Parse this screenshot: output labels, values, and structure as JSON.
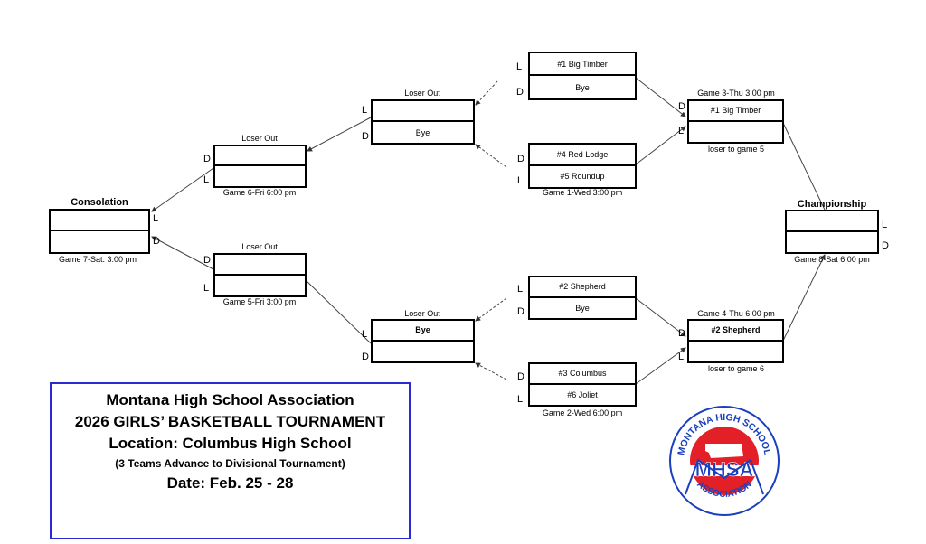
{
  "bracket": {
    "game1_top": {
      "team1": "#1 Big Timber",
      "team2": "Bye",
      "side1": "L",
      "side2": "D"
    },
    "game1": {
      "team1": "#4 Red Lodge",
      "team2": "#5 Roundup",
      "side1": "D",
      "side2": "L",
      "caption": "Game 1-Wed 3:00 pm"
    },
    "loser_out_top": {
      "caption": "Loser Out",
      "team1": "",
      "team2": "Bye",
      "side1": "L",
      "side2": "D"
    },
    "game3": {
      "caption": "Game 3-Thu 3:00 pm",
      "team1": "#1 Big Timber",
      "team2": "",
      "note": "loser to game 5",
      "side1": "D",
      "side2": "L"
    },
    "game6": {
      "caption_top": "Loser Out",
      "caption": "Game 6-Fri 6:00 pm",
      "side1": "D",
      "side2": "L"
    },
    "consolation": {
      "title": "Consolation",
      "caption": "Game 7-Sat. 3:00 pm",
      "side1": "L",
      "side2": "D"
    },
    "championship": {
      "title": "Championship",
      "caption": "Game 8-Sat 6:00 pm",
      "side1": "L",
      "side2": "D"
    },
    "game5": {
      "caption_top": "Loser Out",
      "caption": "Game 5-Fri 3:00 pm",
      "side1": "D",
      "side2": "L"
    },
    "loser_out_bottom": {
      "caption": "Loser Out",
      "team1": "Bye",
      "team2": "",
      "side1": "L",
      "side2": "D"
    },
    "game2_top": {
      "team1": "#2 Shepherd",
      "team2": "Bye",
      "side1": "L",
      "side2": "D"
    },
    "game2": {
      "team1": "#3 Columbus",
      "team2": "#6 Joliet",
      "side1": "D",
      "side2": "L",
      "caption": "Game 2-Wed 6:00 pm"
    },
    "game4": {
      "caption": "Game 4-Thu 6:00 pm",
      "team1": "#2 Shepherd",
      "team2": "",
      "note": "loser to game 6",
      "side1": "D",
      "side2": "L"
    }
  },
  "info": {
    "line1": "Montana High School Association",
    "line2": "2026  GIRLS’ BASKETBALL TOURNAMENT",
    "line3": "Location: Columbus High School",
    "line4": "(3 Teams Advance to Divisional Tournament)",
    "line5": "Date:  Feb. 25 - 28"
  },
  "logo": {
    "top_text": "MONTANA HIGH SCHOOL",
    "center_text": "MHSA",
    "bottom_text": "ASSOCIATION",
    "colors": {
      "blue": "#1a3fbf",
      "red": "#e32028"
    }
  }
}
